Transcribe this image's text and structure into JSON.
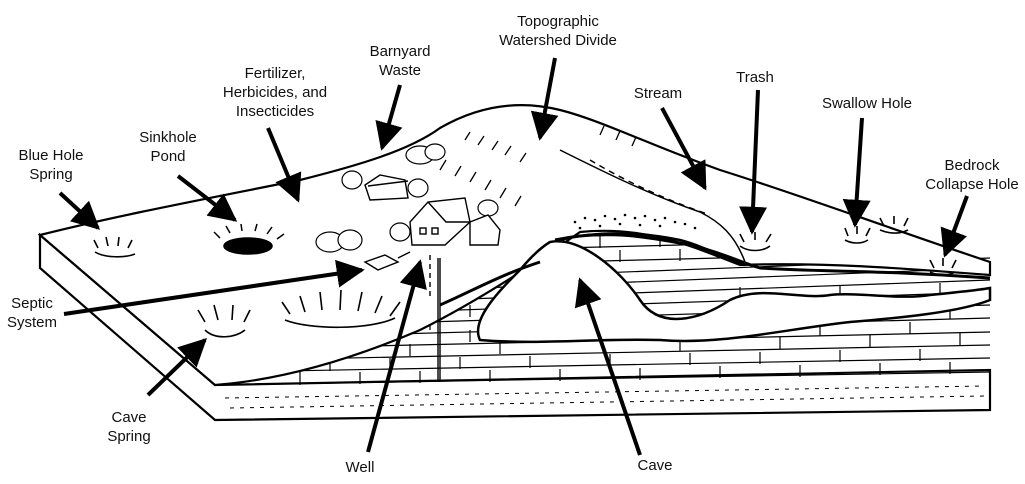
{
  "labels": {
    "topographic_watershed_divide": [
      "Topographic",
      "Watershed Divide"
    ],
    "barnyard_waste": [
      "Barnyard",
      "Waste"
    ],
    "fertilizer": [
      "Fertilizer,",
      "Herbicides, and",
      "Insecticides"
    ],
    "stream": "Stream",
    "trash": "Trash",
    "swallow_hole": "Swallow Hole",
    "sinkhole_pond": [
      "Sinkhole",
      "Pond"
    ],
    "blue_hole_spring": [
      "Blue Hole",
      "Spring"
    ],
    "bedrock_collapse_hole": [
      "Bedrock",
      "Collapse Hole"
    ],
    "septic_system": [
      "Septic",
      "System"
    ],
    "cave_spring": [
      "Cave",
      "Spring"
    ],
    "well": "Well",
    "cave": "Cave"
  }
}
